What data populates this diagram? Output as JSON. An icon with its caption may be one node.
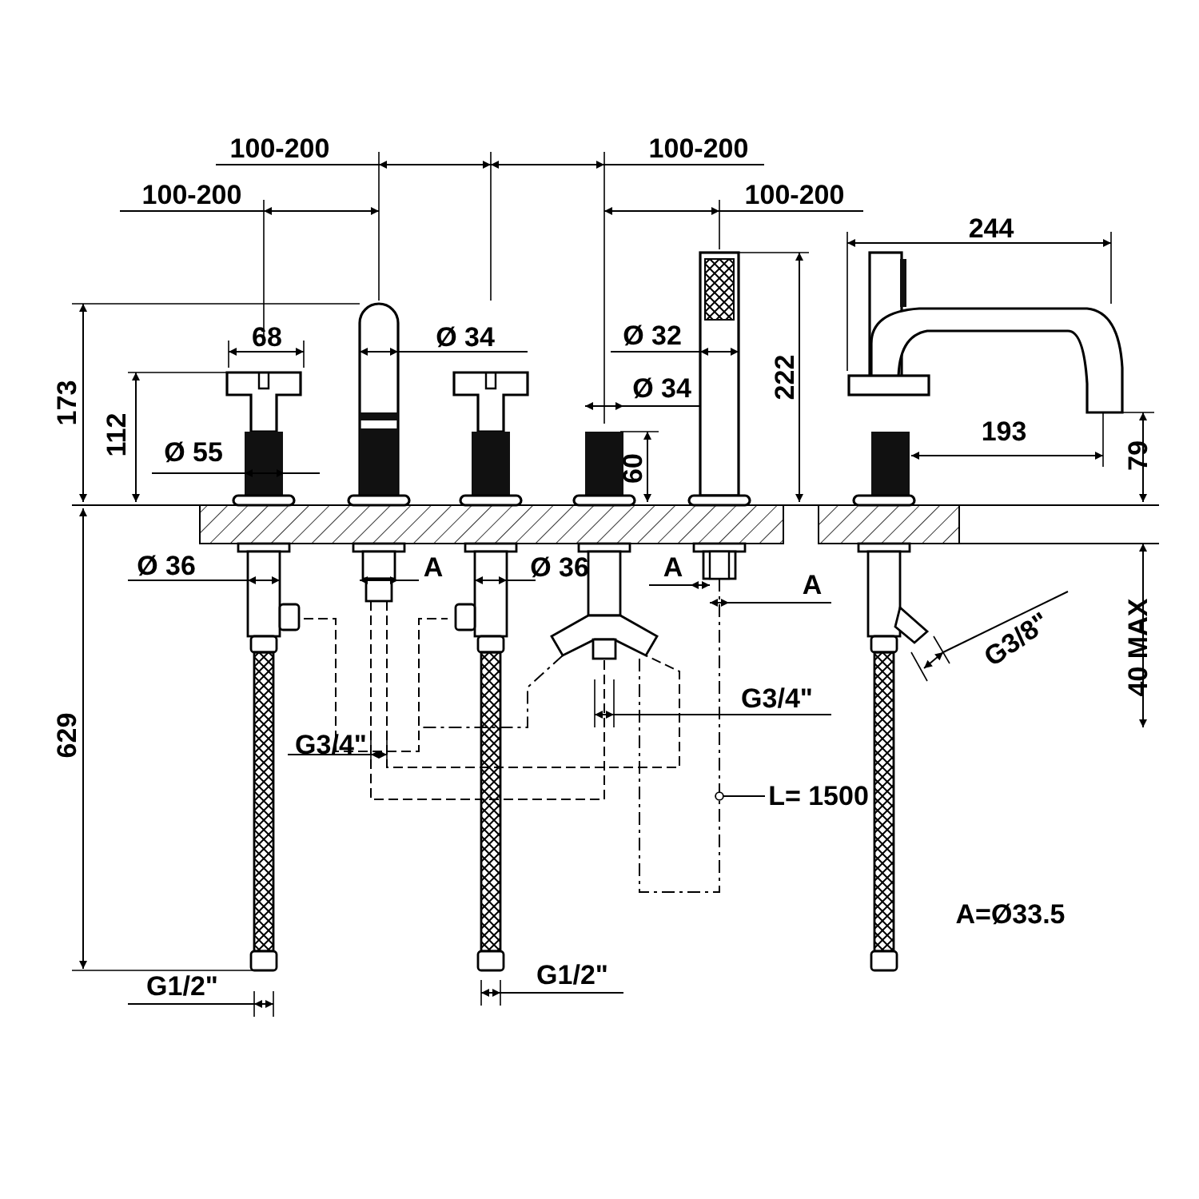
{
  "diagram": {
    "nodes": [
      {
        "text": [
          "L= 1500"
        ]
      },
      {
        "text": [],
        "shape": "picture"
      }
    ],
    "edges": [
      {
        "from": 0,
        "to": 1,
        "arrow": "other"
      }
    ],
    "labels": [
      "100-200",
      "100-200",
      "100-200",
      "100-200",
      "244",
      "68",
      "Ø 34",
      "Ø 32",
      "222",
      "173",
      "Ø 34",
      "112",
      "Ø 55",
      "193",
      "60",
      "79",
      "Ø 36",
      "A",
      "Ø 36",
      "A",
      "A",
      "G3/8\"",
      "40 MAX",
      "G3/4\"",
      "629",
      "G3/4\"",
      "A=Ø33.5",
      "G1/2\"",
      "G1/2\""
    ]
  }
}
